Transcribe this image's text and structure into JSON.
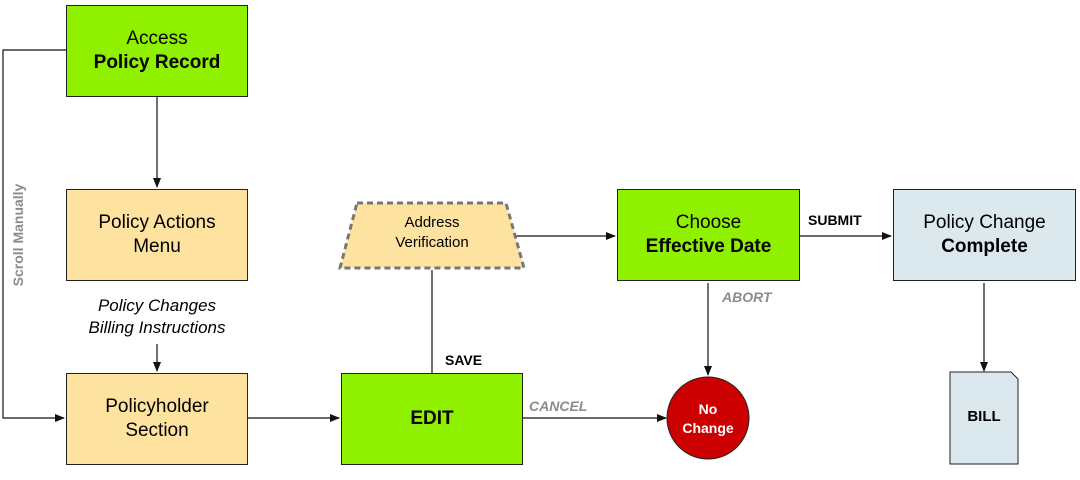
{
  "nodes": {
    "access": {
      "line1": "Access",
      "line2": "Policy Record"
    },
    "actions_menu": {
      "line1": "Policy Actions",
      "line2": "Menu"
    },
    "policyholder": {
      "line1": "Policyholder",
      "line2": "Section"
    },
    "edit": {
      "label": "EDIT"
    },
    "address": {
      "line1": "Address",
      "line2": "Verification"
    },
    "effective_date": {
      "line1": "Choose",
      "line2": "Effective Date"
    },
    "complete": {
      "line1": "Policy Change",
      "line2": "Complete"
    },
    "no_change": {
      "line1": "No",
      "line2": "Change"
    },
    "bill": {
      "label": "BILL"
    }
  },
  "notes": {
    "menu_options_1": "Policy Changes",
    "menu_options_2": "Billing Instructions"
  },
  "edges": {
    "scroll": "Scroll Manually",
    "save": "SAVE",
    "cancel": "CANCEL",
    "abort": "ABORT",
    "submit": "SUBMIT"
  },
  "colors": {
    "green": "#8ff000",
    "tan": "#fde2a0",
    "blue": "#dbe9ef",
    "red": "#cc0000",
    "gray_label": "#8c8c8c",
    "line": "#222222"
  }
}
